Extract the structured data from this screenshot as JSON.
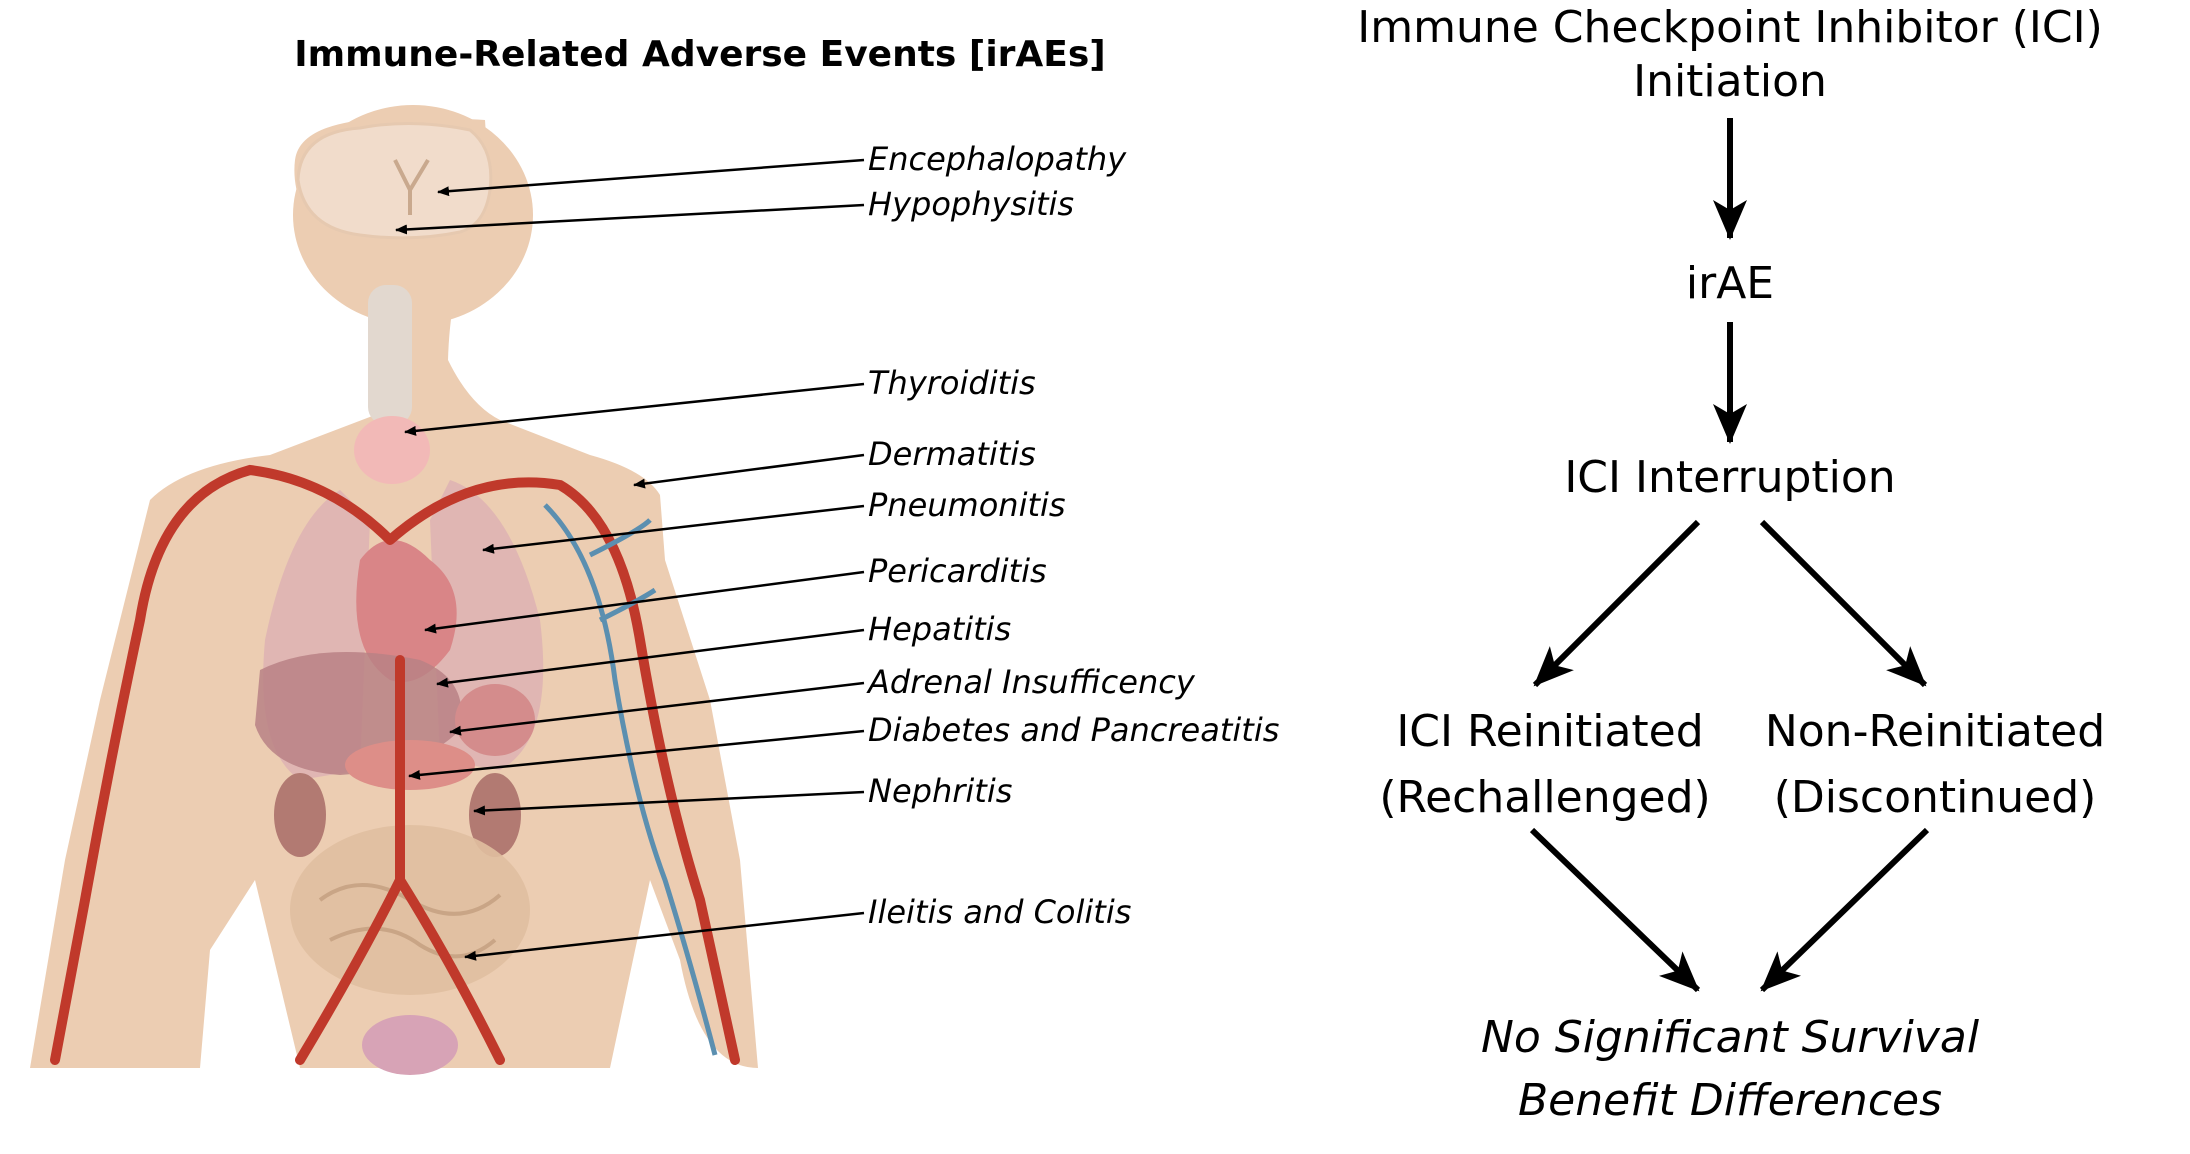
{
  "anatomy": {
    "title": "Immune-Related Adverse Events [irAEs]",
    "labels": [
      "Encephalopathy",
      "Hypophysitis",
      "Thyroiditis",
      "Dermatitis",
      "Pneumonitis",
      "Pericarditis",
      "Hepatitis",
      "Adrenal Insufficency",
      "Diabetes and Pancreatitis",
      "Nephritis",
      "Ileitis and Colitis"
    ]
  },
  "flowchart": {
    "start_line1": "Immune Checkpoint Inhibitor (ICI)",
    "start_line2": "Initiation",
    "irae": "irAE",
    "interruption": "ICI Interruption",
    "left_line1": "ICI Reinitiated",
    "left_line2": "(Rechallenged)",
    "right_line1": "Non-Reinitiated",
    "right_line2": "(Discontinued)",
    "outcome_line1": "No Significant Survival",
    "outcome_line2": "Benefit Differences"
  },
  "colors": {
    "skin": "#eccdb2",
    "organ": "#d9a0a4",
    "artery": "#c0392b",
    "vein": "#5b8fb0",
    "bone": "#f3e4c4"
  }
}
